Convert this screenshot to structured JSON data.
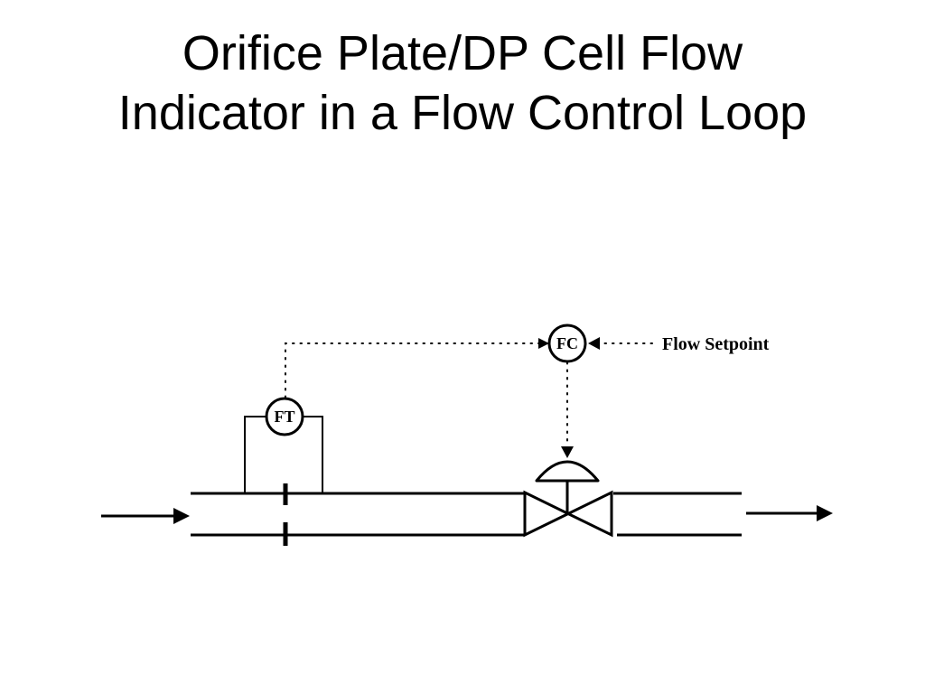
{
  "title": {
    "line1": "Orifice Plate/DP Cell Flow",
    "line2": "Indicator in a Flow Control Loop"
  },
  "diagram": {
    "flow_transmitter_label": "FT",
    "flow_controller_label": "FC",
    "setpoint_label": "Flow Setpoint"
  }
}
